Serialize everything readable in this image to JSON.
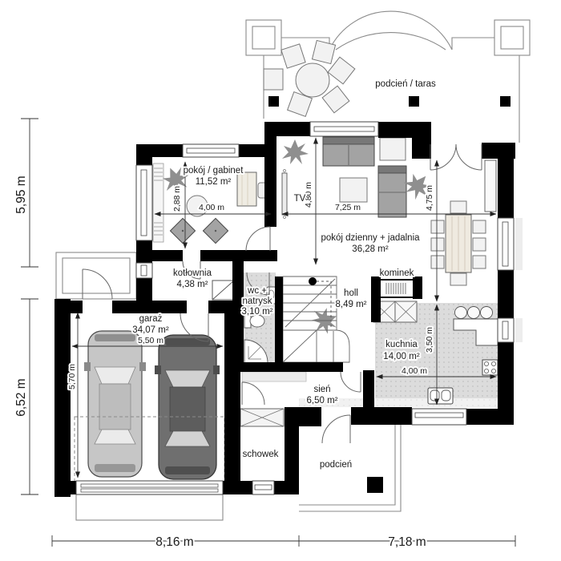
{
  "fp": {
    "rooms": {
      "gabinet": {
        "name": "pokój / gabinet",
        "area": "11,52 m²",
        "dim_w": "4,00 m",
        "dim_h": "2,88 m"
      },
      "salon": {
        "name": "pokój dzienny + jadalnia",
        "area": "36,28 m²",
        "dim_w": "7,25 m",
        "dim_h": "4,80 m",
        "dim_h2": "4,75 m"
      },
      "kotlownia": {
        "name": "kotłownia",
        "area": "4,38 m²"
      },
      "wc": {
        "name_l1": "wc +",
        "name_l2": "natrysk",
        "area": "3,10 m²"
      },
      "holl": {
        "name": "holl",
        "area": "8,49 m²"
      },
      "garaz": {
        "name": "garaż",
        "area": "34,07 m²",
        "dim_w": "5,50 m",
        "dim_h": "5,70 m"
      },
      "kuchnia": {
        "name": "kuchnia",
        "area": "14,00 m²",
        "dim_w": "4,00 m",
        "dim_h": "3,50 m"
      },
      "sien": {
        "name": "sień",
        "area": "6,50 m²"
      },
      "schowek": {
        "name": "schowek"
      },
      "podcien": {
        "name": "podcień"
      },
      "taras": {
        "name": "podcień / taras"
      }
    },
    "labels": {
      "tv": "TV",
      "kominek": "kominek"
    },
    "exterior": {
      "left_top": "5,95 m",
      "left_bottom": "6,52 m",
      "bottom_left": "8,16 m",
      "bottom_right": "7,18 m"
    }
  }
}
